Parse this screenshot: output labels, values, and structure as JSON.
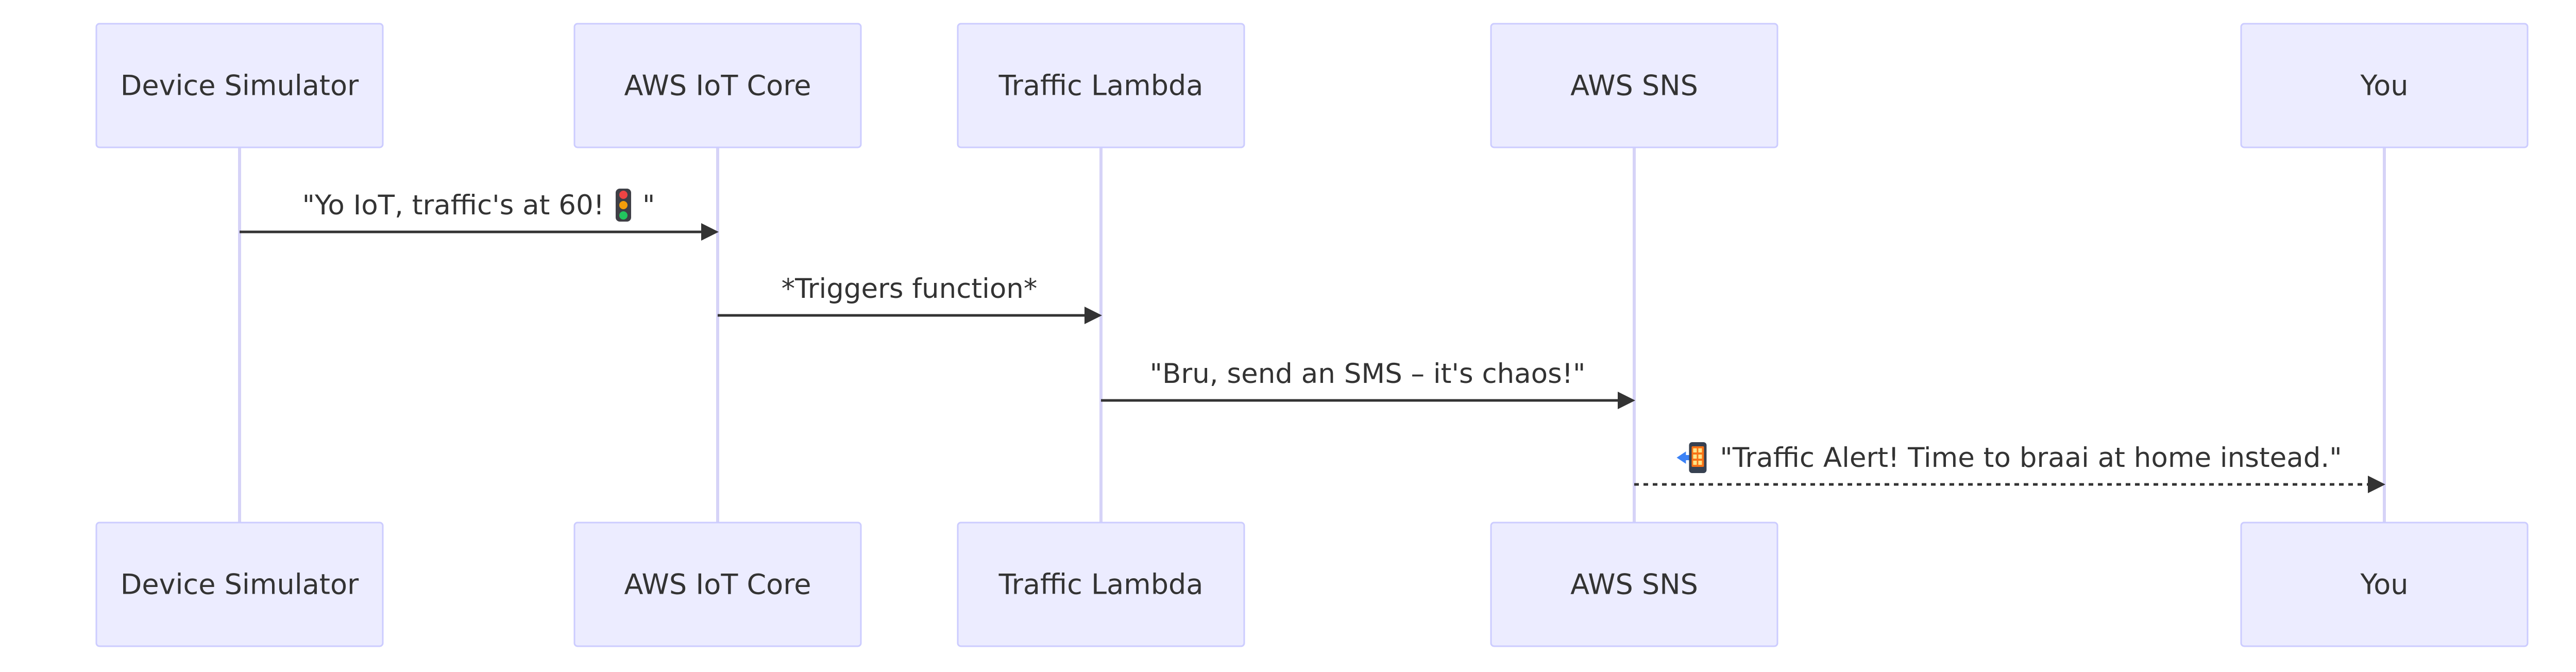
{
  "diagram": {
    "type": "sequence",
    "participants": [
      {
        "id": "device",
        "label": "Device Simulator"
      },
      {
        "id": "iot",
        "label": "AWS IoT Core"
      },
      {
        "id": "lambda",
        "label": "Traffic Lambda"
      },
      {
        "id": "sns",
        "label": "AWS SNS"
      },
      {
        "id": "you",
        "label": "You"
      }
    ],
    "messages": [
      {
        "from": "device",
        "to": "iot",
        "label": "\"Yo IoT, traffic's at 60!",
        "suffix": "\"",
        "icon": "traffic-light-icon",
        "style": "solid"
      },
      {
        "from": "iot",
        "to": "lambda",
        "label": "*Triggers function*",
        "style": "solid"
      },
      {
        "from": "lambda",
        "to": "sns",
        "label": "\"Bru, send an SMS – it's chaos!\"",
        "style": "solid"
      },
      {
        "from": "sns",
        "to": "you",
        "label": "\"Traffic Alert! Time to braai at home instead.\"",
        "icon": "mobile-phone-icon",
        "icon_position": "before",
        "style": "dashed"
      }
    ],
    "colors": {
      "actor_fill": "#ECECFF",
      "actor_stroke": "#CCCCFF",
      "lifeline": "#D6D3F7",
      "text": "#333333",
      "arrow": "#333333"
    }
  }
}
